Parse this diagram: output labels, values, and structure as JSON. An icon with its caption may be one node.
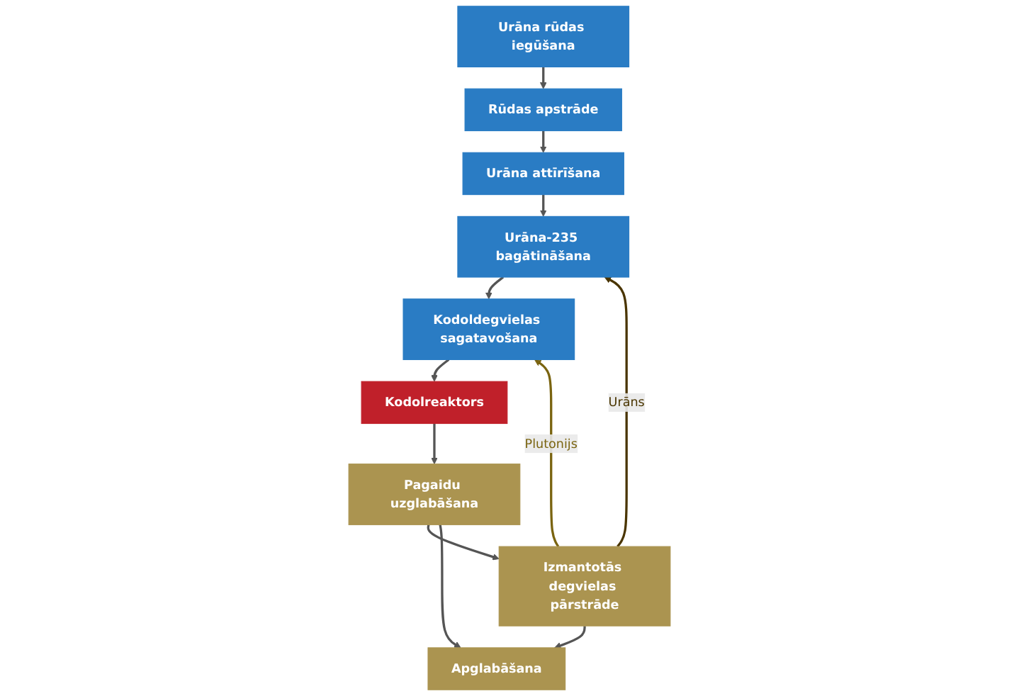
{
  "diagram": {
    "nodes": [
      {
        "text": [
          "Urāna rūdas iegūšana"
        ]
      },
      {
        "text": [
          "Rūdas apstrāde"
        ]
      },
      {
        "text": [
          "Urāna attīrīšana"
        ]
      },
      {
        "text": [
          "Urāna-235 bagātināšana"
        ]
      },
      {
        "text": [
          "Kodoldegvielas sagatavošana"
        ]
      },
      {
        "text": [
          "Kodolreaktors"
        ]
      },
      {
        "text": [
          "Pagaidu uzglabāšana"
        ]
      },
      {
        "text": [
          "Izmantotās degvielas pārstrāde"
        ]
      },
      {
        "text": [
          "Apglabāšana"
        ]
      }
    ],
    "edges": [
      {
        "from": 0,
        "to": 1,
        "arrow": "to"
      },
      {
        "from": 1,
        "to": 2,
        "arrow": "to"
      },
      {
        "from": 2,
        "to": 3,
        "arrow": "to"
      },
      {
        "from": 3,
        "to": 4,
        "arrow": "to"
      },
      {
        "from": 4,
        "to": 5,
        "arrow": "to"
      },
      {
        "from": 5,
        "to": 6,
        "arrow": "to"
      },
      {
        "from": 6,
        "to": 7,
        "arrow": "to"
      },
      {
        "from": 7,
        "to": 8,
        "arrow": "to"
      },
      {
        "from": 6,
        "to": 8,
        "arrow": "to"
      },
      {
        "from": 7,
        "to": 3,
        "arrow": "to",
        "label": "Urāns",
        "color": "#4a3500"
      },
      {
        "from": 7,
        "to": 4,
        "arrow": "to",
        "label": "Plutonijs",
        "color": "#7a6410"
      }
    ]
  }
}
